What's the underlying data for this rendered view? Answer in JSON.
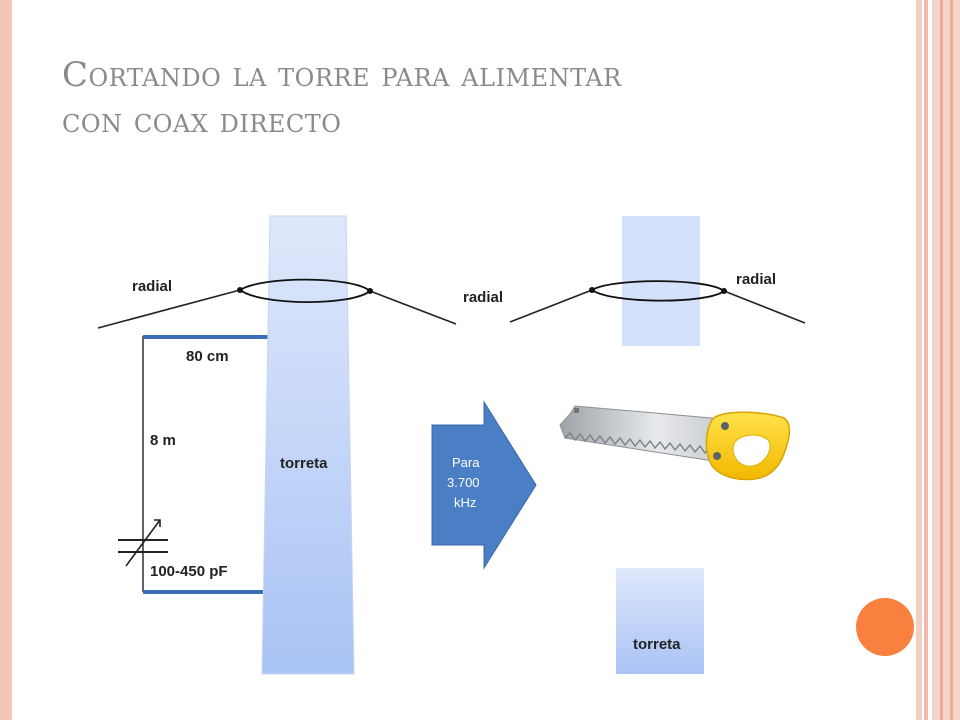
{
  "title": {
    "line1": "Cortando la torre para alimentar",
    "line2": "con coax directo"
  },
  "diagram": {
    "left": {
      "radial": "radial",
      "gap": "80 cm",
      "height": "8 m",
      "capacitor": "100-450 pF",
      "tower": "torreta"
    },
    "arrow": {
      "line1": "Para",
      "line2": "3.700",
      "line3": "kHz"
    },
    "right": {
      "radial_left": "radial",
      "radial_right": "radial",
      "tower": "torreta"
    }
  },
  "icons": [
    "saw-icon"
  ],
  "colors": {
    "accent_bar": "#f4c4b6",
    "tower_fill": "#b7cdf7",
    "arrow_fill": "#4a7ec5",
    "feed_line": "#3e6fb6",
    "decor_circle": "#f9803f",
    "title_text": "#8a8a8a"
  }
}
